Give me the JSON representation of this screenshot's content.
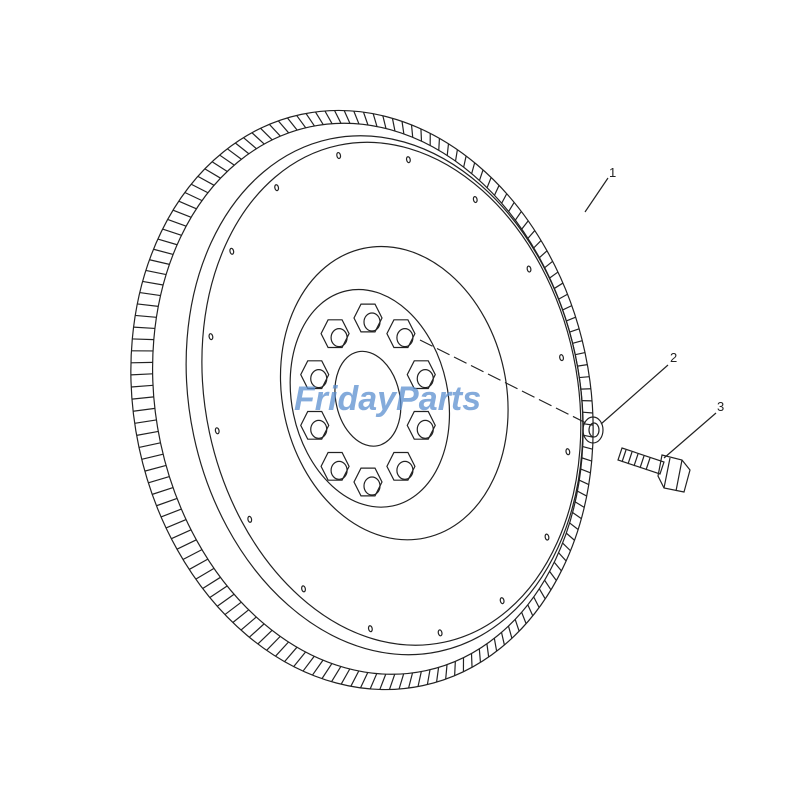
{
  "diagram": {
    "callouts": [
      {
        "label": "1",
        "part": "flywheel"
      },
      {
        "label": "2",
        "part": "washer"
      },
      {
        "label": "3",
        "part": "bolt"
      }
    ]
  },
  "watermark": {
    "text_a": "Friday",
    "text_b": "Parts",
    "color_a": "#5b8fd0",
    "color_b": "#f0a540"
  }
}
